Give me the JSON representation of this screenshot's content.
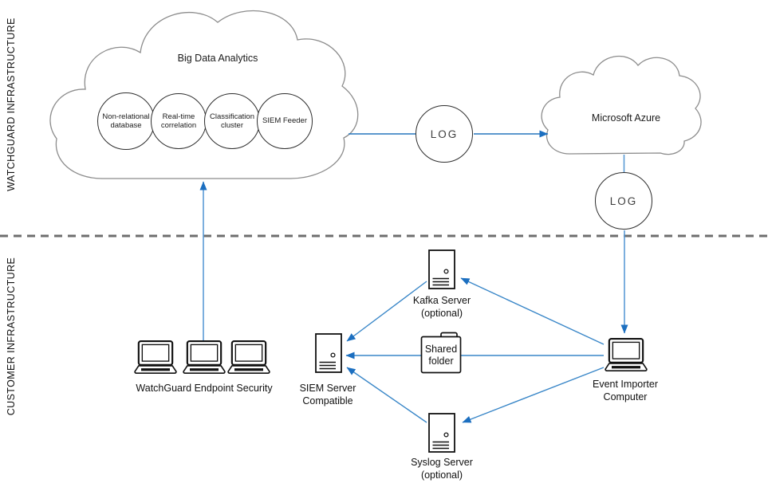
{
  "zones": {
    "top_label": "WATCHGUARD INFRASTRUCTURE",
    "bottom_label": "CUSTOMER INFRASTRUCTURE"
  },
  "big_cloud": {
    "title": "Big Data Analytics",
    "circles": [
      {
        "label": "Non-relational database"
      },
      {
        "label": "Real-time correlation"
      },
      {
        "label": "Classification cluster"
      },
      {
        "label": "SIEM Feeder"
      }
    ]
  },
  "azure_cloud": {
    "label": "Microsoft Azure"
  },
  "log_badges": [
    {
      "label": "LOG"
    },
    {
      "label": "LOG"
    }
  ],
  "nodes": {
    "endpoint_laptops": {
      "label": "WatchGuard Endpoint Security"
    },
    "siem_server": {
      "label": "SIEM Server Compatible"
    },
    "kafka_server": {
      "label": "Kafka Server (optional)"
    },
    "shared_folder": {
      "label": "Shared folder"
    },
    "syslog_server": {
      "label": "Syslog Server (optional)"
    },
    "event_importer": {
      "label": "Event Importer Computer"
    }
  },
  "colors": {
    "connector": "#2577BD",
    "connector_light": "#5B9BD5",
    "arrowhead": "#1C6FC0",
    "cloud_stroke": "#8C8C8C",
    "separator": "#6E6E6E",
    "icon_stroke": "#111111"
  }
}
